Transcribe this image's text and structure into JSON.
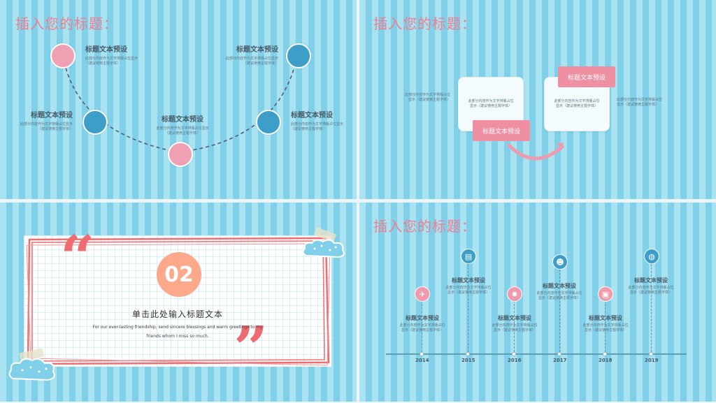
{
  "slide1": {
    "title": "插入您的标题：",
    "items": [
      {
        "heading": "标题文本预设",
        "body": "此部分内容作为文字排版占位显示\n（建议使用主题字体）"
      },
      {
        "heading": "标题文本预设",
        "body": "此部分内容作为文字排版占位显示\n（建议使用主题字体）"
      },
      {
        "heading": "标题文本预设",
        "body": "此部分内容作为文字排版占位显示\n（建议使用主题字体）"
      },
      {
        "heading": "标题文本预设",
        "body": "此部分内容作为文字排版占位显示\n（建议使用主题字体）"
      },
      {
        "heading": "标题文本预设",
        "body": "此部分内容作为文字排版占位显示\n（建议使用主题字体）"
      }
    ]
  },
  "slide2": {
    "title": "插入您的标题：",
    "left_text": "此部分内容作为文字排版占位\n显示（建议使用主题字体）",
    "card1_text": "此部分内容作为文字排版占位\n显示（建议使用主题字体）",
    "card2_text": "此部分内容作为文字排版占位\n显示（建议使用主题字体）",
    "right_text": "此部分内容作为文字排版占位\n显示（建议使用主题字体）",
    "tag1": "标题文本预设",
    "tag2": "标题文本预设"
  },
  "slide3": {
    "number": "02",
    "heading": "单击此处输入标题文本",
    "subtitle_line1": "For our ever-lasting friendship, send sincere blessings and warm greetings to my",
    "subtitle_line2": "friends whom I miss so much."
  },
  "slide4": {
    "title": "插入您的标题：",
    "events": [
      {
        "year": "2014",
        "heading": "标题文本预设",
        "body": "此部分内容作为文字排版占位\n显示（建议使用主题字体）",
        "icon": "airplane-icon"
      },
      {
        "year": "2015",
        "heading": "标题文本预设",
        "body": "此部分内容作为文字排版占位\n显示（建议使用主题字体）",
        "icon": "document-icon"
      },
      {
        "year": "2016",
        "heading": "标题文本预设",
        "body": "此部分内容作为文字排版占位\n显示（建议使用主题字体）",
        "icon": "star-icon"
      },
      {
        "year": "2017",
        "heading": "标题文本预设",
        "body": "此部分内容作为文字排版占位\n显示（建议使用主题字体）",
        "icon": "person-icon"
      },
      {
        "year": "2018",
        "heading": "标题文本预设",
        "body": "此部分内容作为文字排版占位\n显示（建议使用主题字体）",
        "icon": "briefcase-icon"
      },
      {
        "year": "2019",
        "heading": "标题文本预设",
        "body": "此部分内容作为文字排版占位\n显示（建议使用主题字体）",
        "icon": "globe-icon"
      }
    ]
  },
  "colors": {
    "accent_pink": "#f07e8e",
    "accent_blue": "#3d9ec9",
    "stripe_light": "#a9e3f2",
    "stripe_dark": "#7fd0e8",
    "orange_badge": "#fba98a"
  }
}
